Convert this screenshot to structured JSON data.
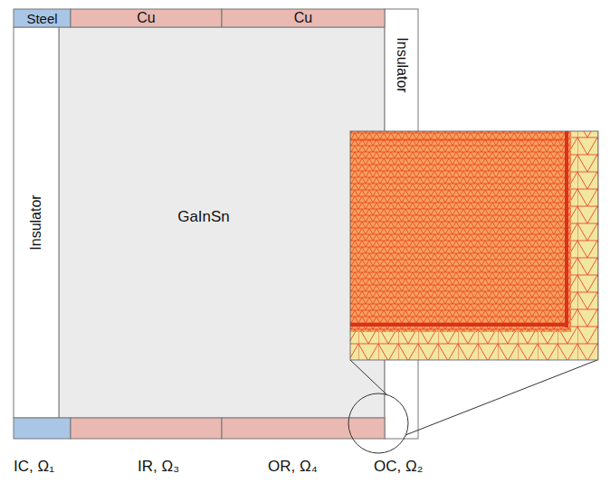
{
  "diagram": {
    "nodes": [
      {
        "text": [
          "Steel"
        ]
      },
      {
        "text": [
          "Cu"
        ]
      },
      {
        "text": [
          "Cu"
        ]
      },
      {
        "text": [
          "Insulator"
        ]
      },
      {
        "text": [
          "Insulator"
        ]
      },
      {
        "text": [
          "GaInSn"
        ]
      }
    ],
    "labels": [
      "IC, Ω₁",
      "IR, Ω₃",
      "OR, Ω₄",
      "OC, Ω₂"
    ]
  }
}
